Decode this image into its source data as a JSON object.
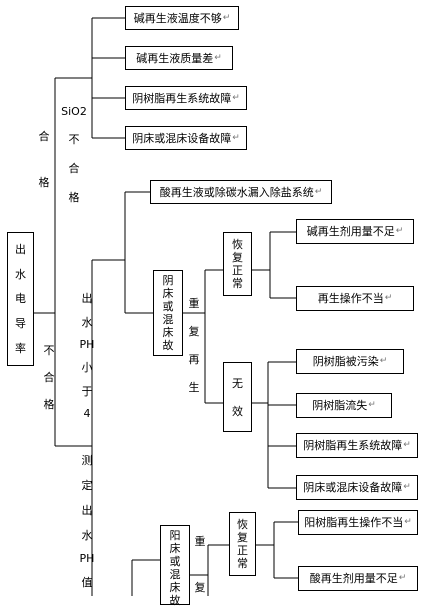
{
  "diagram": {
    "root": "出水电导率",
    "sio2_branch": {
      "label_top": "SiO2",
      "label_chars": [
        "不",
        "合",
        "格"
      ],
      "left_chars": [
        "合",
        "格"
      ],
      "causes": [
        "碱再生液温度不够",
        "碱再生液质量差",
        "阴树脂再生系统故障",
        "阴床或混床设备故障"
      ]
    },
    "ph_branch": {
      "outer_chars": [
        "不",
        "合",
        "格"
      ],
      "label_chars": [
        "出",
        "水",
        "PH",
        "小",
        "于",
        "4"
      ],
      "top_cause": "酸再生液或除碳水漏入除盐系统",
      "node": "阴床或混床故",
      "repeat_label": [
        "重",
        "复",
        "再",
        "生"
      ],
      "recover": {
        "label": [
          "恢",
          "复",
          "正",
          "常"
        ],
        "causes": [
          "碱再生剂用量不足",
          "再生操作不当"
        ]
      },
      "noeffect": {
        "label": [
          "无",
          "效"
        ],
        "causes": [
          "阴树脂被污染",
          "阴树脂流失",
          "阴树脂再生系统故障",
          "阴床或混床设备故障"
        ]
      }
    },
    "measure_chars": [
      "测",
      "定",
      "出",
      "水",
      "PH",
      "值"
    ],
    "bottom": {
      "node": "阳床或混床故",
      "repeat_label": [
        "重",
        "复"
      ],
      "recover": {
        "label": [
          "恢",
          "复",
          "正",
          "常"
        ],
        "causes": [
          "阳树脂再生操作不当",
          "酸再生剂用量不足"
        ]
      }
    },
    "return_mark": "↵"
  }
}
